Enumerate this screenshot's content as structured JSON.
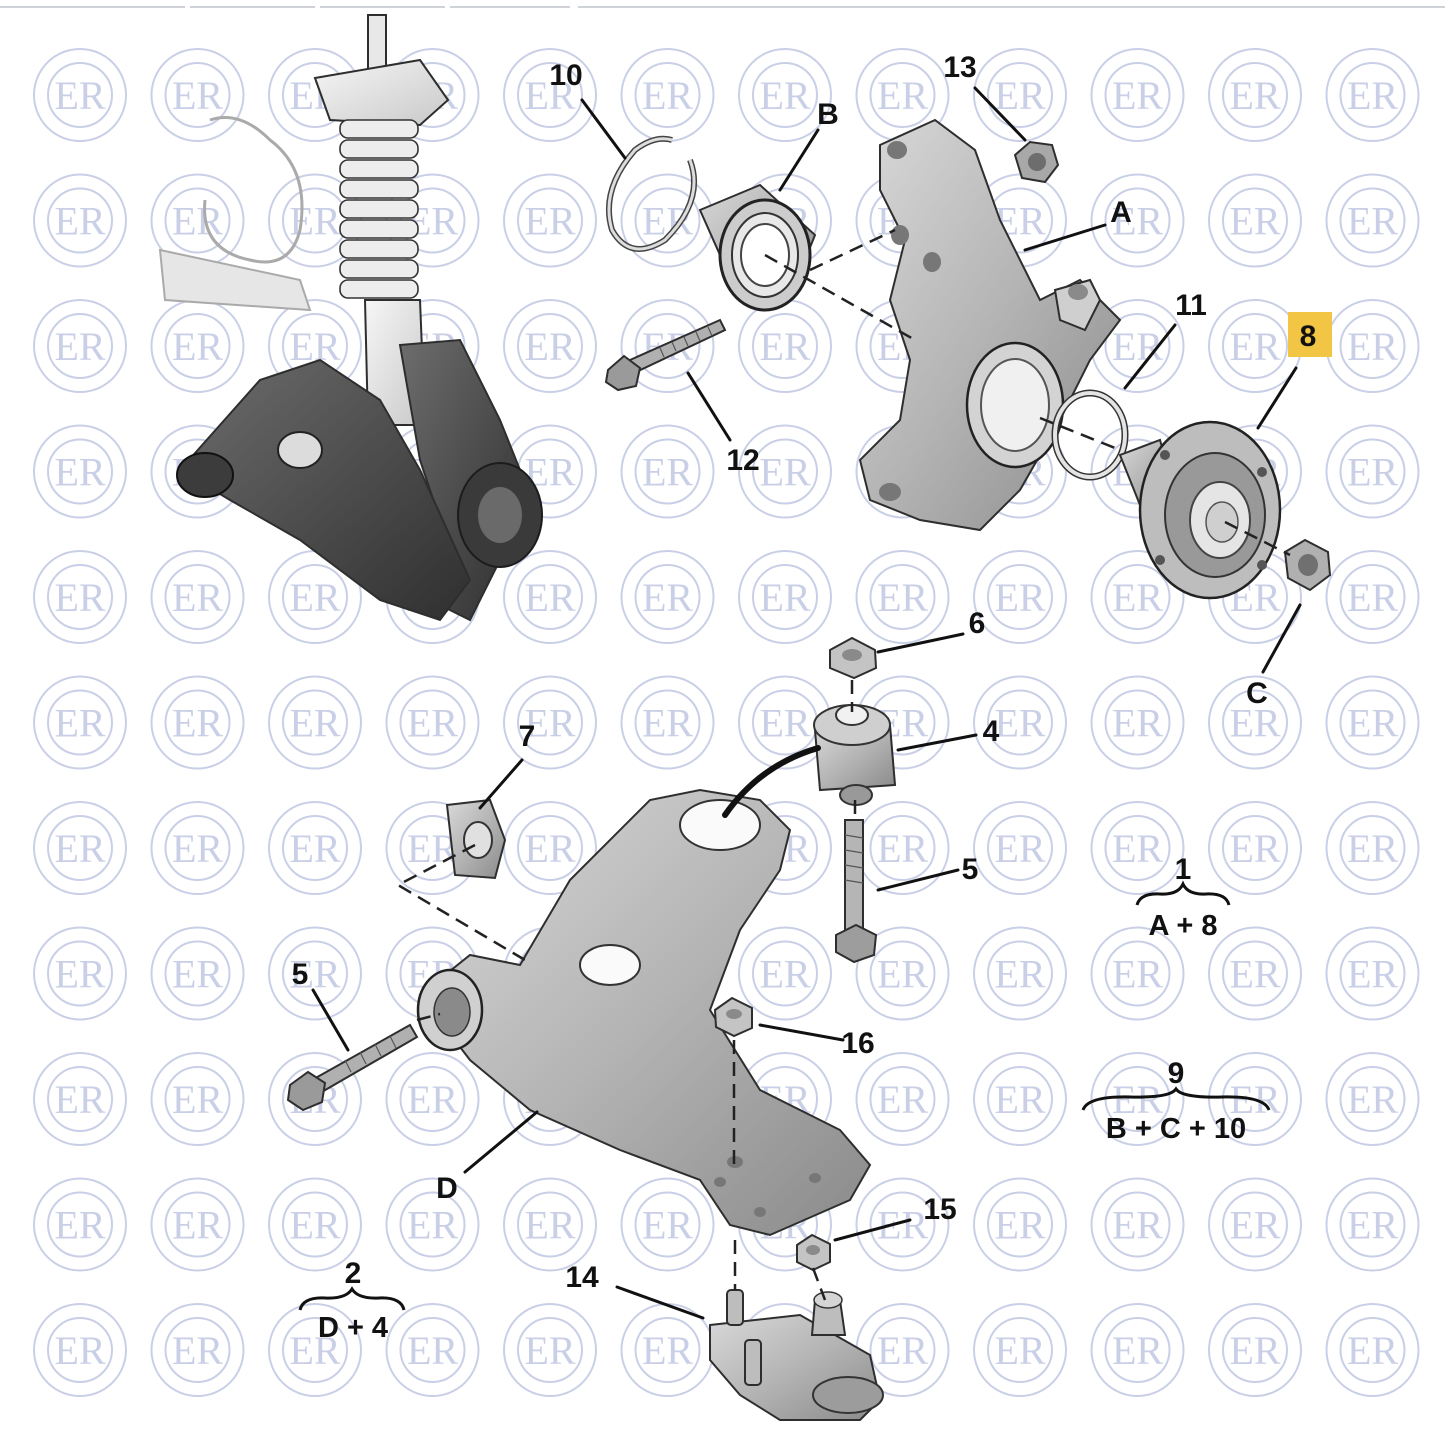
{
  "watermark": {
    "text": "ER",
    "color": "#c9cfe6"
  },
  "highlight": {
    "color": "#f3c545"
  },
  "callouts": {
    "p1": "1",
    "p2": "2",
    "p4": "4",
    "p5a": "5",
    "p5b": "5",
    "p6": "6",
    "p7": "7",
    "p8": "8",
    "p9": "9",
    "p10": "10",
    "p11": "11",
    "p12": "12",
    "p13": "13",
    "p14": "14",
    "p15": "15",
    "p16": "16",
    "pA": "A",
    "pB": "B",
    "pC": "C",
    "pD": "D"
  },
  "kits": {
    "k1": "A + 8",
    "k2": "D + 4",
    "k9": "B + C + 10"
  }
}
